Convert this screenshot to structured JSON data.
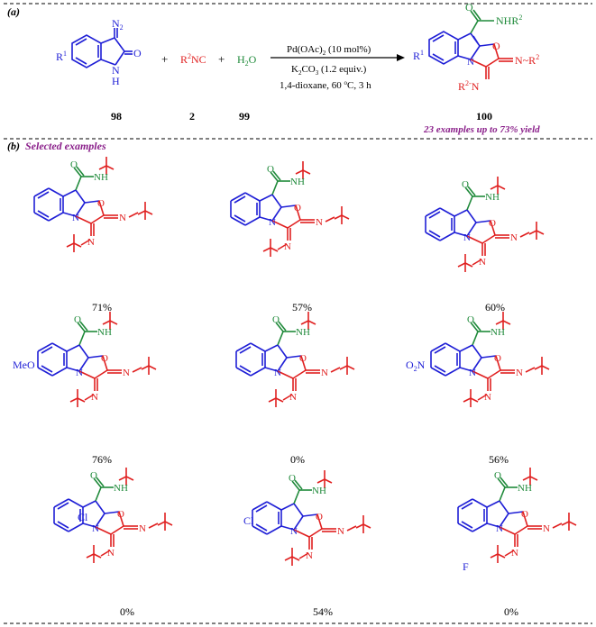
{
  "panel_a": {
    "label": "(a)",
    "reactant1": {
      "atoms": {
        "n2": "N",
        "n2_sub": "2",
        "o": "O",
        "nh": "N",
        "h": "H",
        "r1": "R",
        "r1_sup": "1"
      },
      "number": "98"
    },
    "plus": "+",
    "reactant2": {
      "text": "R",
      "sup": "2",
      "rest": "NC",
      "number": "2"
    },
    "reactant3": {
      "text": "H",
      "sub": "2",
      "rest": "O",
      "number": "99"
    },
    "conditions": {
      "catalyst": "Pd(OAc)",
      "catalyst_sub": "2",
      "catalyst_rest": " (10 mol%)",
      "base": "K",
      "base_sub": "2",
      "base_rest": "CO",
      "base_sub2": "3",
      "base_rest2": " (1.2 equiv.)",
      "solvent": "1,4-dioxane, 60 ",
      "temp_sup": "o",
      "temp_rest": "C, 3 h"
    },
    "product": {
      "number": "100",
      "nhr2": "NHR",
      "nhr2_sup": "2",
      "r2n": "R",
      "r2n_sup": "2-",
      "r2n_rest": "N",
      "nr2": "N",
      "nr2_rest": "R",
      "nr2_sup": "2",
      "o1": "O",
      "o2": "O",
      "n": "N",
      "r1": "R",
      "r1_sup": "1"
    },
    "yield_note": "23 examples up to 73% yield"
  },
  "panel_b": {
    "label": "(b)",
    "title": "Selected examples",
    "examples": [
      {
        "yield": "71%",
        "substituent": ""
      },
      {
        "yield": "57%",
        "substituent": ""
      },
      {
        "yield": "60%",
        "substituent": ""
      },
      {
        "yield": "76%",
        "substituent": "MeO"
      },
      {
        "yield": "0%",
        "substituent": ""
      },
      {
        "yield": "56%",
        "substituent": "O"
      },
      {
        "yield": "0%",
        "substituent": "Cl"
      },
      {
        "yield": "54%",
        "substituent": "Cl"
      },
      {
        "yield": "0%",
        "substituent": "F"
      }
    ],
    "atoms": {
      "o": "O",
      "n": "N",
      "nh": "NH",
      "h": "H",
      "no2_n": "N",
      "no2_sub": "2"
    }
  },
  "colors": {
    "indole": "#1f1fd6",
    "isocyanide": "#e02020",
    "water": "#1f8a3a",
    "note": "#8a1f8a"
  }
}
